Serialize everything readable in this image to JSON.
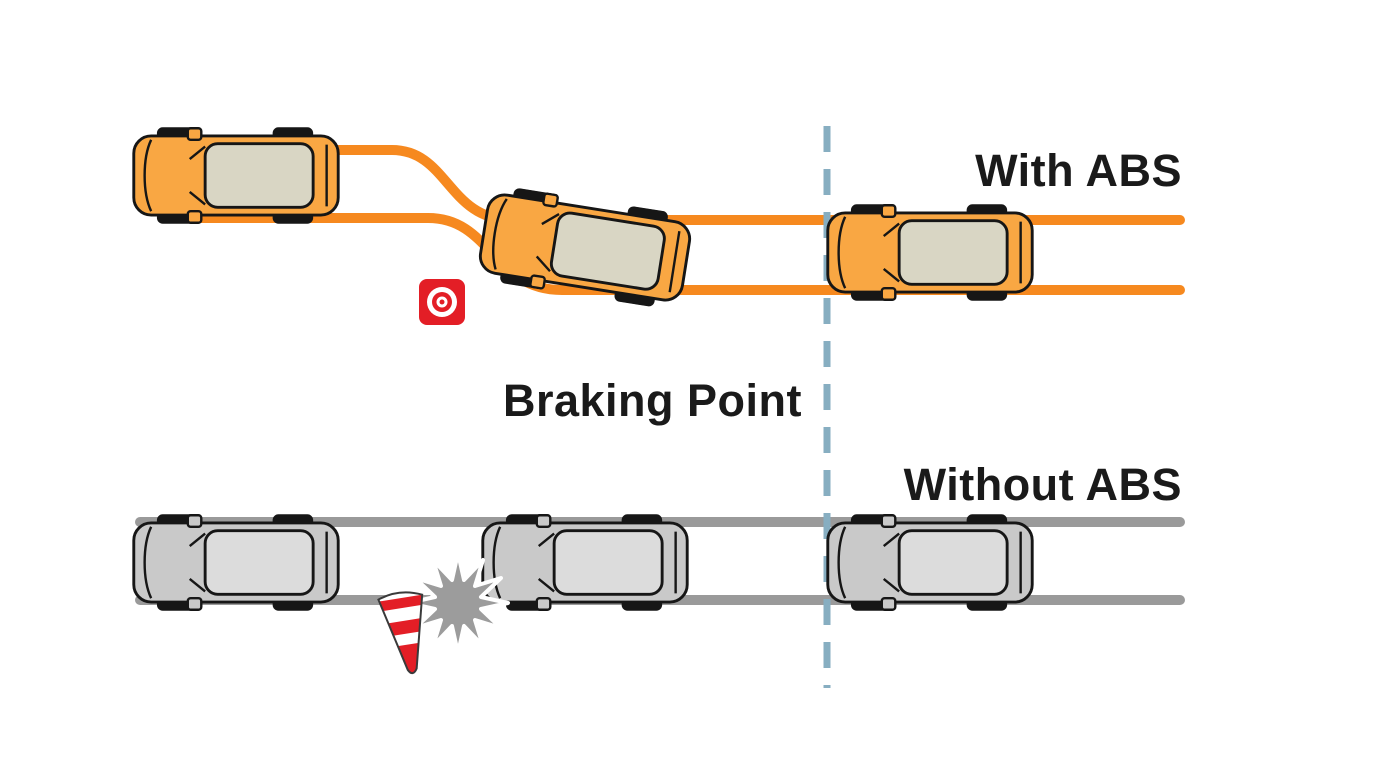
{
  "figure": {
    "type": "diagram",
    "labels": {
      "with_abs": "With ABS",
      "without_abs": "Without ABS",
      "braking_point": "Braking Point"
    },
    "colors": {
      "background": "#FFFFFF",
      "abs_path_orange": "#F6891F",
      "abs_car_body": "#F9A743",
      "abs_car_roof": "#D9D6C4",
      "no_abs_path_gray": "#9A9A9A",
      "no_abs_car_body": "#C9C9C9",
      "no_abs_car_roof": "#DCDCDC",
      "braking_line_blue": "#87AEC1",
      "target_red": "#E31E26",
      "collision_gray": "#9C9C9C",
      "cone_red": "#E31E26",
      "text": "#1A1A1A"
    },
    "icons": {
      "abs_cars": "car-top-view-icon",
      "no_abs_cars": "car-top-view-icon",
      "obstacle": "target-bullseye-icon",
      "collision": "collision-burst-icon",
      "cone": "traffic-cone-icon",
      "divider": "dashed-braking-line"
    },
    "counts": {
      "abs_cars": 3,
      "no_abs_cars": 3
    }
  }
}
